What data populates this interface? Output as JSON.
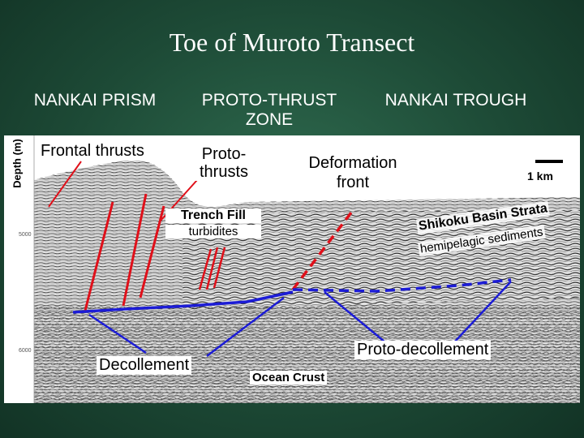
{
  "title": "Toe of Muroto Transect",
  "zones": {
    "prism": "NANKAI PRISM",
    "protothrust_line1": "PROTO-THRUST",
    "protothrust_line2": "ZONE",
    "trough": "NANKAI TROUGH"
  },
  "axis": {
    "depth_label": "Depth (m)",
    "tick_upper": "5000",
    "tick_lower": "6000"
  },
  "labels": {
    "frontal_thrusts": "Frontal thrusts",
    "protothrusts_line1": "Proto-",
    "protothrusts_line2": "thrusts",
    "deformation_line1": "Deformation",
    "deformation_line2": "front",
    "scale": "1 km",
    "trench_fill": "Trench Fill",
    "turbidites": "turbidites",
    "shikoku": "Shikoku Basin Strata",
    "hemipelagic": "hemipelagic sediments",
    "proto_decollement": "Proto-decollement",
    "decollement": "Decollement",
    "ocean_crust": "Ocean Crust"
  },
  "colors": {
    "thrust": "#e0101a",
    "decollement": "#1c1cd6",
    "background": "#1d4a36",
    "title_text": "#ffffff"
  }
}
